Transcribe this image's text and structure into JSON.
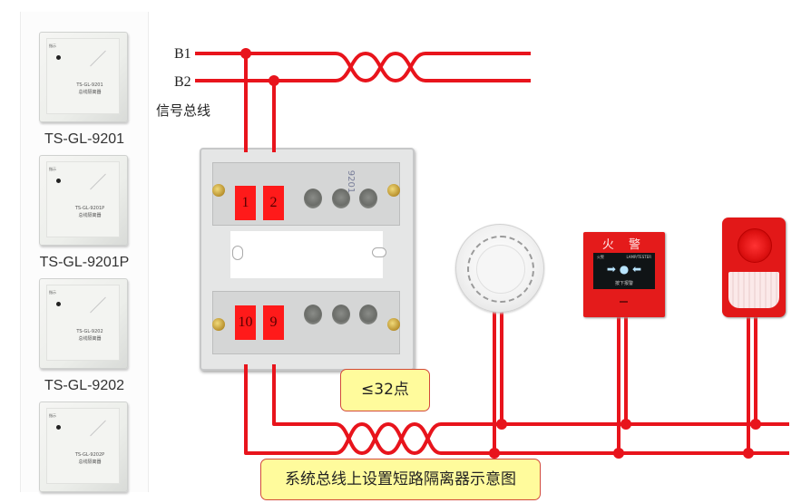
{
  "sidebar": {
    "products": [
      {
        "caption": "TS-GL-9201",
        "panel_model": "TS-GL-9201",
        "panel_name": "总线隔离器",
        "led_label": "指示"
      },
      {
        "caption": "TS-GL-9201P",
        "panel_model": "TS-GL-9201P",
        "panel_name": "总线隔离器",
        "led_label": "指示"
      },
      {
        "caption": "TS-GL-9202",
        "panel_model": "TS-GL-9202",
        "panel_name": "总线隔离器",
        "led_label": "指示"
      },
      {
        "caption": "",
        "panel_model": "TS-GL-9202P",
        "panel_name": "总线隔离器",
        "led_label": "指示"
      }
    ]
  },
  "bus": {
    "line1_label": "B1",
    "line2_label": "B2",
    "bus_label": "信号总线"
  },
  "module": {
    "terminals": [
      "1",
      "2",
      "10",
      "9"
    ],
    "model_print": "9201"
  },
  "devices": {
    "call_point": {
      "title": "火 警",
      "screen_left": "火警",
      "screen_right": "LAMP/TESTER",
      "screen_arrows": "➡ ● ⬅",
      "screen_sub": "按下报警"
    }
  },
  "notes": {
    "points_limit": "≤32点",
    "caption": "系统总线上设置短路隔离器示意图"
  },
  "colors": {
    "wire": "#e8141c",
    "terminal": "#ff1a1a",
    "note_bg": "#fffb9c",
    "note_border": "#d24a3a"
  }
}
